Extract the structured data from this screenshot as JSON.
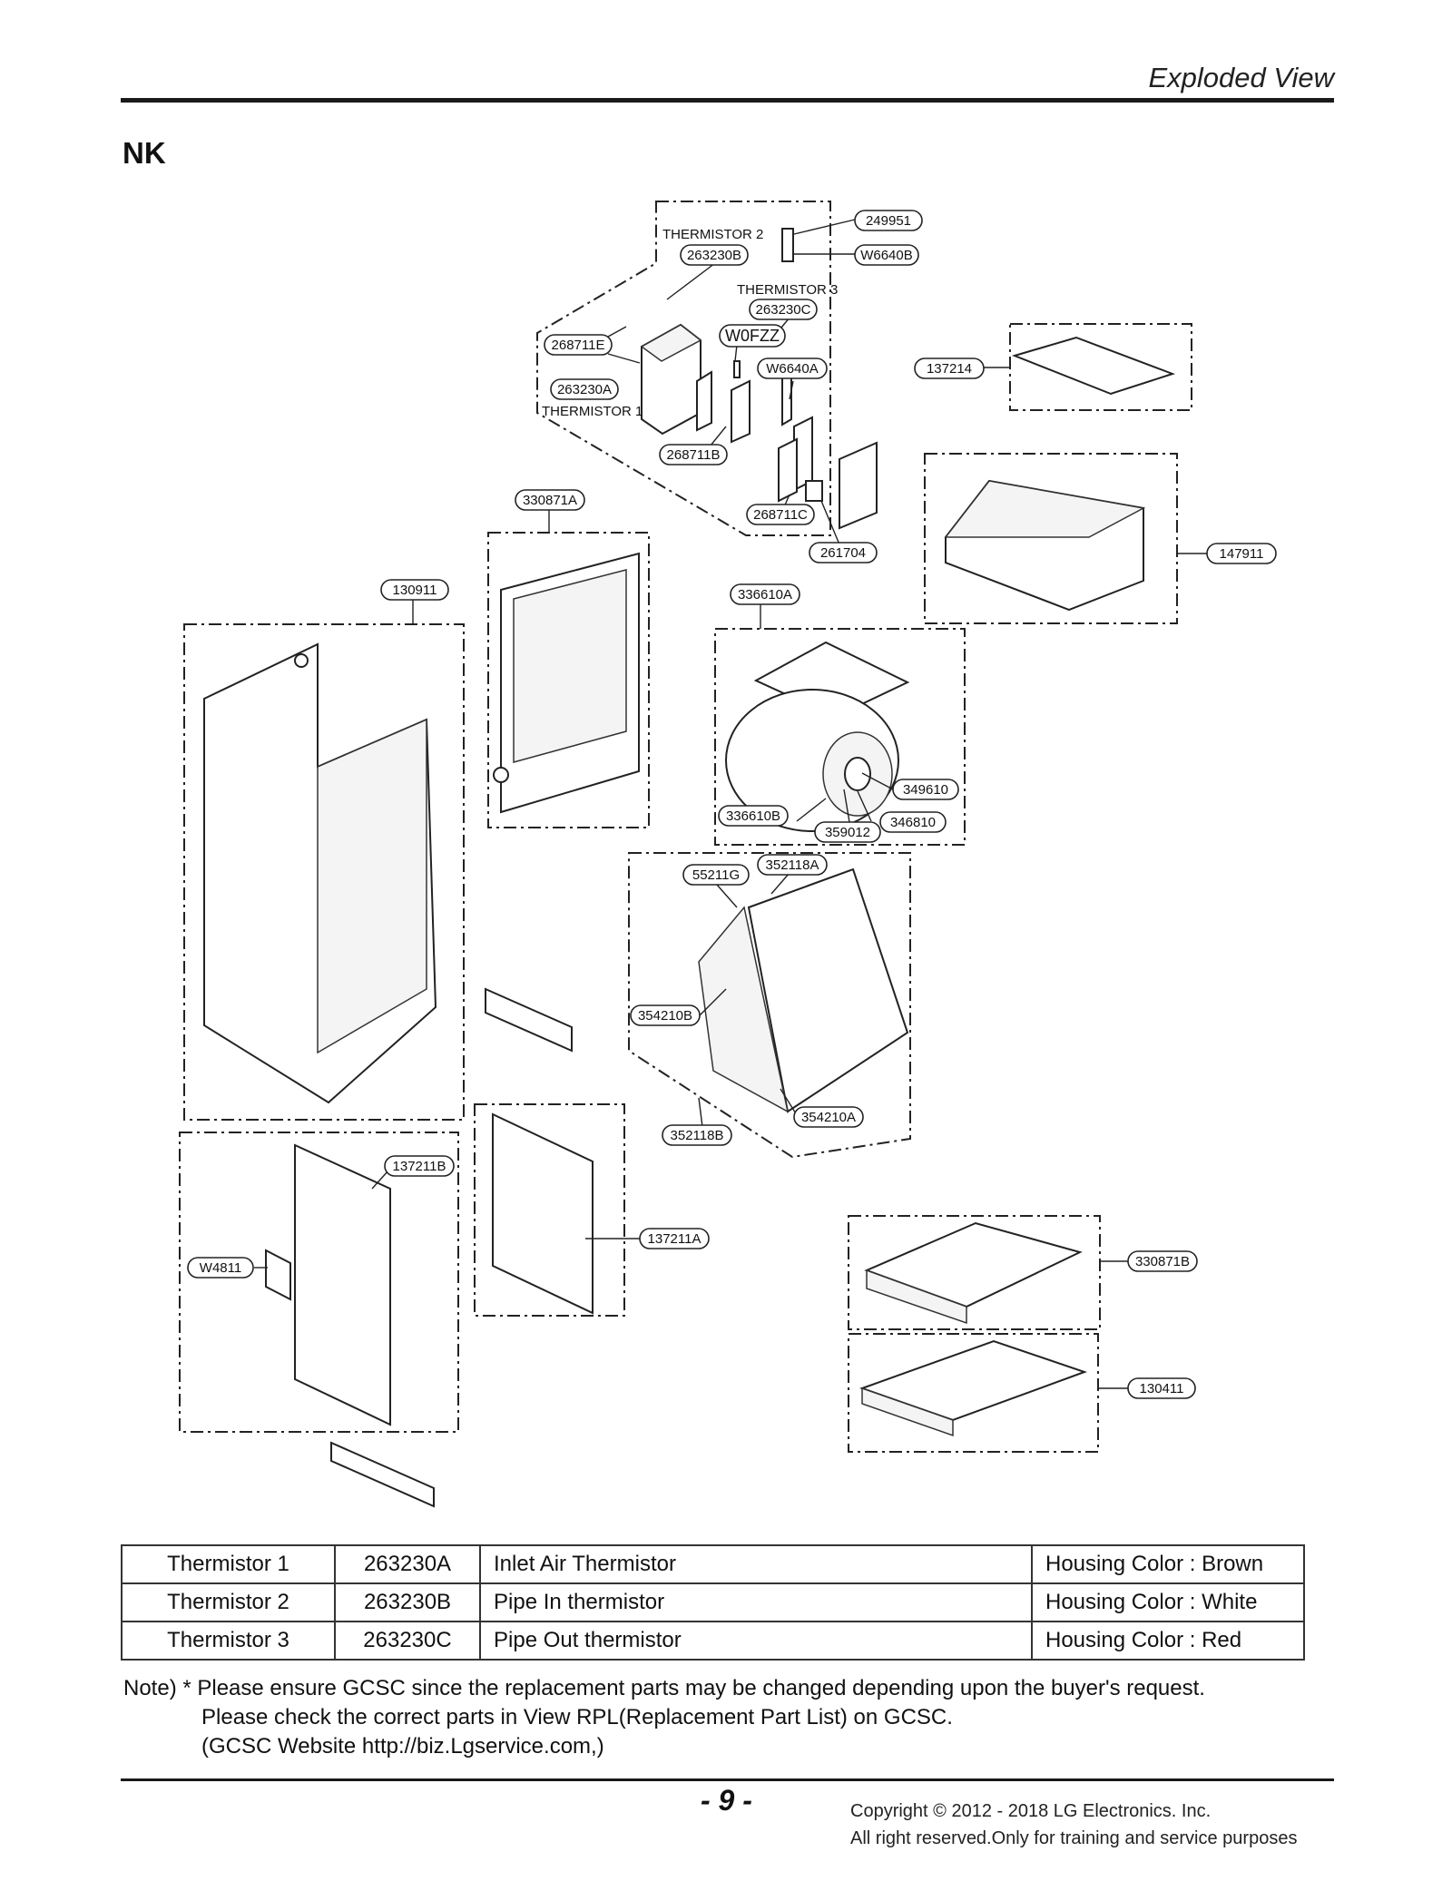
{
  "header": {
    "section": "Exploded View",
    "model": "NK"
  },
  "callouts": {
    "p249951": "249951",
    "thermistor2_label": "THERMISTOR 2",
    "p263230B": "263230B",
    "pW6640B": "W6640B",
    "thermistor3_label": "THERMISTOR 3",
    "p263230C": "263230C",
    "pW0FZZ": "W0FZZ",
    "p268711E": "268711E",
    "pW6640A": "W6640A",
    "p263230A": "263230A",
    "thermistor1_label": "THERMISTOR 1",
    "p137214": "137214",
    "p268711B": "268711B",
    "p330871A": "330871A",
    "p268711C": "268711C",
    "p261704": "261704",
    "p147911": "147911",
    "p130911": "130911",
    "p336610A": "336610A",
    "p349610": "349610",
    "p336610B": "336610B",
    "p346810": "346810",
    "p359012": "359012",
    "p55211G": "55211G",
    "p352118A": "352118A",
    "p354210B": "354210B",
    "p354210A": "354210A",
    "p352118B": "352118B",
    "p137211B": "137211B",
    "p137211A": "137211A",
    "pW4811": "W4811",
    "p330871B": "330871B",
    "p130411": "130411"
  },
  "thermistor_table": [
    {
      "name": "Thermistor 1",
      "part": "263230A",
      "description": "Inlet Air Thermistor",
      "housing": "Housing Color : Brown"
    },
    {
      "name": "Thermistor 2",
      "part": "263230B",
      "description": "Pipe In thermistor",
      "housing": "Housing Color : White"
    },
    {
      "name": "Thermistor 3",
      "part": "263230C",
      "description": "Pipe Out thermistor",
      "housing": "Housing Color : Red"
    }
  ],
  "note": {
    "line1": "Note) * Please ensure GCSC since the replacement parts may be changed depending upon the buyer's request.",
    "line2": "Please check  the correct parts in View RPL(Replacement Part List) on GCSC.",
    "line3": "(GCSC Website  http://biz.Lgservice.com,)"
  },
  "footer": {
    "page": "- 9 -",
    "copyright1": "Copyright © 2012 - 2018 LG Electronics. Inc.",
    "copyright2": "All right reserved.Only for training and service purposes"
  }
}
